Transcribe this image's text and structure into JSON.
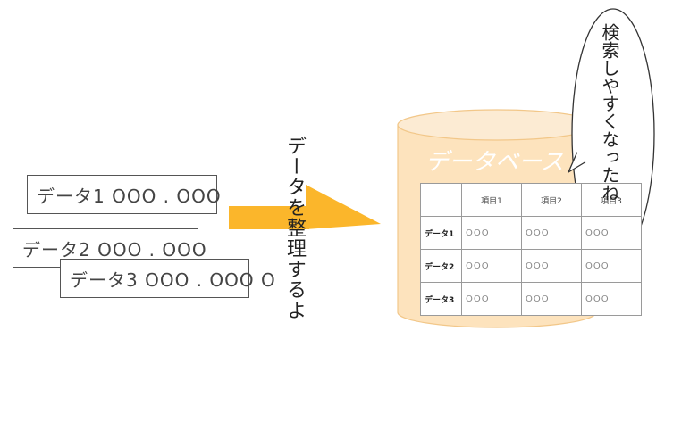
{
  "left_cards": [
    {
      "text": "データ1 OOO . OOO"
    },
    {
      "text": "データ2 OOO . OOO"
    },
    {
      "text": "データ3 OOO . OOO O"
    }
  ],
  "caption": "データを整理するよ",
  "database": {
    "title": "データベース",
    "header": [
      "",
      "項目1",
      "項目2",
      "項目3"
    ],
    "rows": [
      {
        "label": "データ1",
        "cells": [
          "OOO",
          "OOO",
          "OOO"
        ]
      },
      {
        "label": "データ2",
        "cells": [
          "OOO",
          "OOO",
          "OOO"
        ]
      },
      {
        "label": "データ3",
        "cells": [
          "OOO",
          "OOO",
          "OOO"
        ]
      }
    ]
  },
  "speech_bubble": "検索しやすくなったね",
  "colors": {
    "arrow": "#fbb62b",
    "cylinder_fill": "#fde3bd",
    "cylinder_top": "#fcebd3",
    "cylinder_stroke": "#f2c789",
    "database_title": "#ffffff"
  }
}
